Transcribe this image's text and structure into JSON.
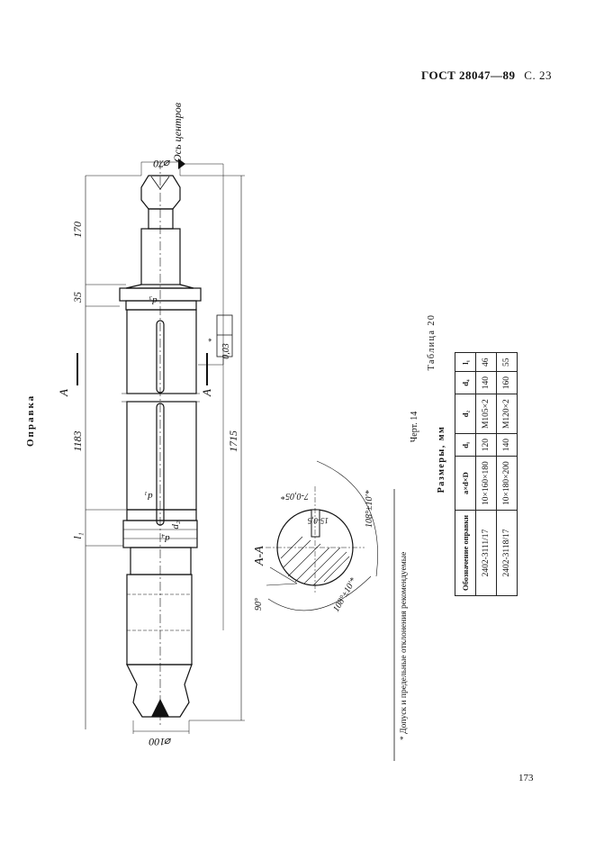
{
  "header": {
    "standard": "ГОСТ 28047—89",
    "page": "С. 23"
  },
  "title": "Оправка",
  "figure": {
    "label": "Черт. 14",
    "section_label": "А-А",
    "section_marker": "А",
    "axis_label": "Ось центров",
    "dims": {
      "dia_top": "⌀70",
      "dia_bottom": "⌀100",
      "d3": "d₃",
      "d1": "d₁",
      "d2": "d₂",
      "d4": "d₄",
      "len_170": "170",
      "len_35": "35",
      "len_1183": "1183",
      "len_1715": "1715",
      "l1": "l₁",
      "tolerance_value": "0,03",
      "tolerance_star": "*",
      "angle_main": "108°±10′*",
      "angle_left": "90°",
      "angle_right": "108°±10′*",
      "slot": "15-0,5",
      "groove": "7-0,05*"
    }
  },
  "footnote": "* Допуск и предельные отклонения рекомендуемые",
  "table": {
    "caption": "Таблица 20",
    "subtitle": "Размеры, мм",
    "headers": [
      "Обозначение оправки",
      "a×d×D",
      "d₁",
      "d₂",
      "d₄",
      "l₁"
    ],
    "rows": [
      [
        "2402-3111/17",
        "10×160×180",
        "120",
        "M105×2",
        "140",
        "46"
      ],
      [
        "2402-3118/17",
        "10×180×200",
        "140",
        "M120×2",
        "160",
        "55"
      ]
    ]
  },
  "page_number": "173"
}
